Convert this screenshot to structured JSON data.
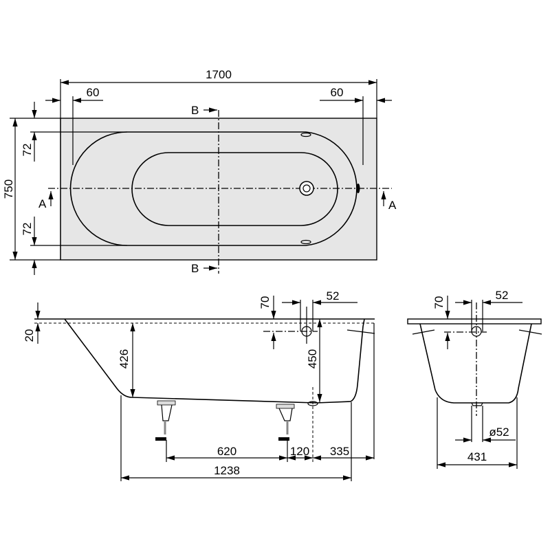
{
  "top_view": {
    "length": "1700",
    "rim_left": "60",
    "rim_right": "60",
    "width": "750",
    "side_top": "72",
    "side_bottom": "72",
    "section_a_left": "A",
    "section_a_right": "A",
    "section_b_top": "B",
    "section_b_bottom": "B"
  },
  "side_view": {
    "rim_thickness": "20",
    "inner_depth": "426",
    "overflow_offset": "70",
    "overflow_diameter": "52",
    "total_height": "450",
    "feet_spacing": "620",
    "foot_to_drain": "120",
    "drain_to_end": "335",
    "base_length": "1238"
  },
  "end_view": {
    "overflow_offset": "70",
    "overflow_diameter": "52",
    "drain_diameter": "ø52",
    "base_width": "431"
  },
  "colors": {
    "tub_fill": "#e6e6e6",
    "line": "#000000"
  }
}
